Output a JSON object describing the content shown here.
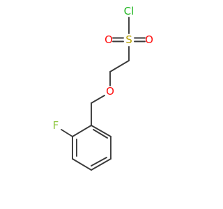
{
  "diagram": {
    "type": "skeletal-structure",
    "atoms": {
      "chlorine": {
        "label": "Cl",
        "color": "#22b622"
      },
      "sulfur": {
        "label": "S",
        "color": "#b8a000"
      },
      "sulfonyl_oxygen_left": {
        "label": "O",
        "color": "#ff0d0d"
      },
      "sulfonyl_oxygen_right": {
        "label": "O",
        "color": "#ff0d0d"
      },
      "ether_oxygen": {
        "label": "O",
        "color": "#ff0d0d"
      },
      "fluorine": {
        "label": "F",
        "color": "#8fc640"
      }
    },
    "bond_color": "#3a3a3a"
  }
}
